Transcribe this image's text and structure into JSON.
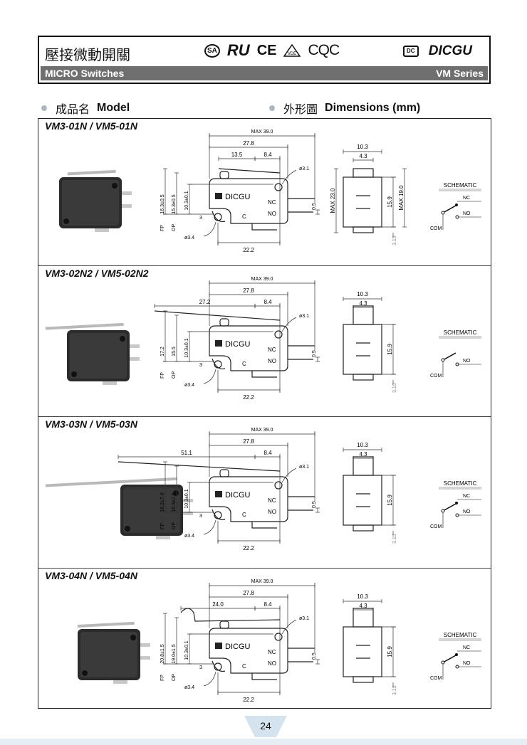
{
  "header": {
    "title_zh": "壓接微動開關",
    "certifications": [
      "SA",
      "RU",
      "CE",
      "VDE",
      "CQC"
    ],
    "brand_mark": "DC",
    "brand_name": "DICGU",
    "band_left": "MICRO Switches",
    "band_right": "VM Series"
  },
  "subheadings": {
    "model_zh": "成品名",
    "model_en": "Model",
    "dims_zh": "外形圖",
    "dims_en": "Dimensions (mm)"
  },
  "common": {
    "max_length": "MAX  39.0",
    "length": "27.8",
    "pitch": "8.4",
    "hole_top": "ø3.1",
    "hole_bottom": "ø3.4",
    "base": "22.2",
    "term": "0.5",
    "h_center": "10.3±0.1",
    "pin": "3",
    "fp": "FP",
    "op": "OP",
    "brand": "DICGU",
    "nc": "NC",
    "no": "NO",
    "c": "C",
    "side_width": "10.3",
    "plunger_width": "4.3",
    "side_height": "15.9",
    "tab": "3.15",
    "schematic": "SCHEMATIC",
    "com": "COM"
  },
  "sections": [
    {
      "model": "VM3-01N / VM5-01N",
      "lever": "13.5",
      "h1": "16.3±0.5",
      "h2": "15.3±0.5",
      "max23": "MAX  23.0",
      "max19": "MAX  19.0",
      "nc_shown": true
    },
    {
      "model": "VM3-02N2 / VM5-02N2",
      "lever": "27.2",
      "h1": "17.2",
      "h2": "15.5",
      "nc_shown": false
    },
    {
      "model": "VM3-03N / VM5-03N",
      "lever": "51.1",
      "h1": "19.2±7.0",
      "h2": "15.3±7.0",
      "nc_shown": true
    },
    {
      "model": "VM3-04N / VM5-04N",
      "lever": "24.0",
      "h1": "20.8±1.5",
      "h2": "19.0±1.5",
      "nc_shown": true
    }
  ],
  "page_number": "24"
}
